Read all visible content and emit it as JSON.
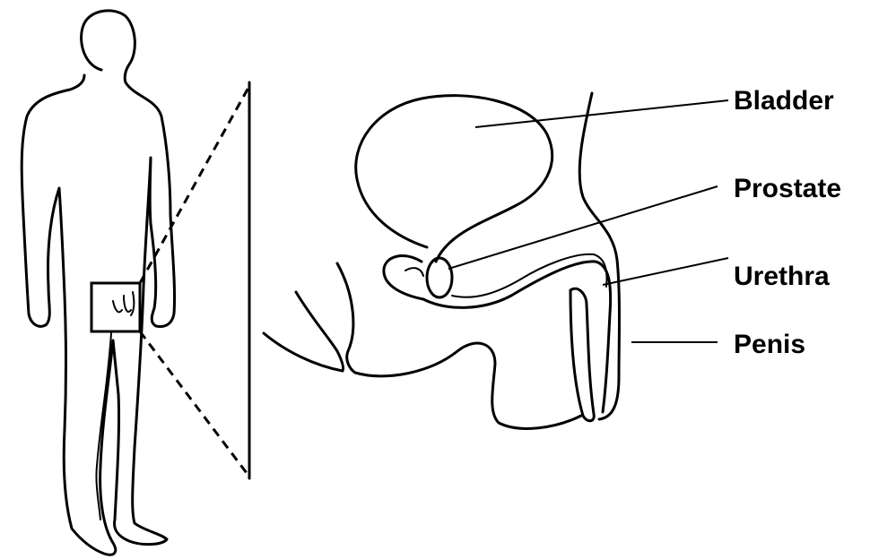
{
  "labels": {
    "bladder": "Bladder",
    "prostate": "Prostate",
    "urethra": "Urethra",
    "penis": "Penis"
  },
  "colors": {
    "line": "#000000",
    "background": "#ffffff"
  }
}
